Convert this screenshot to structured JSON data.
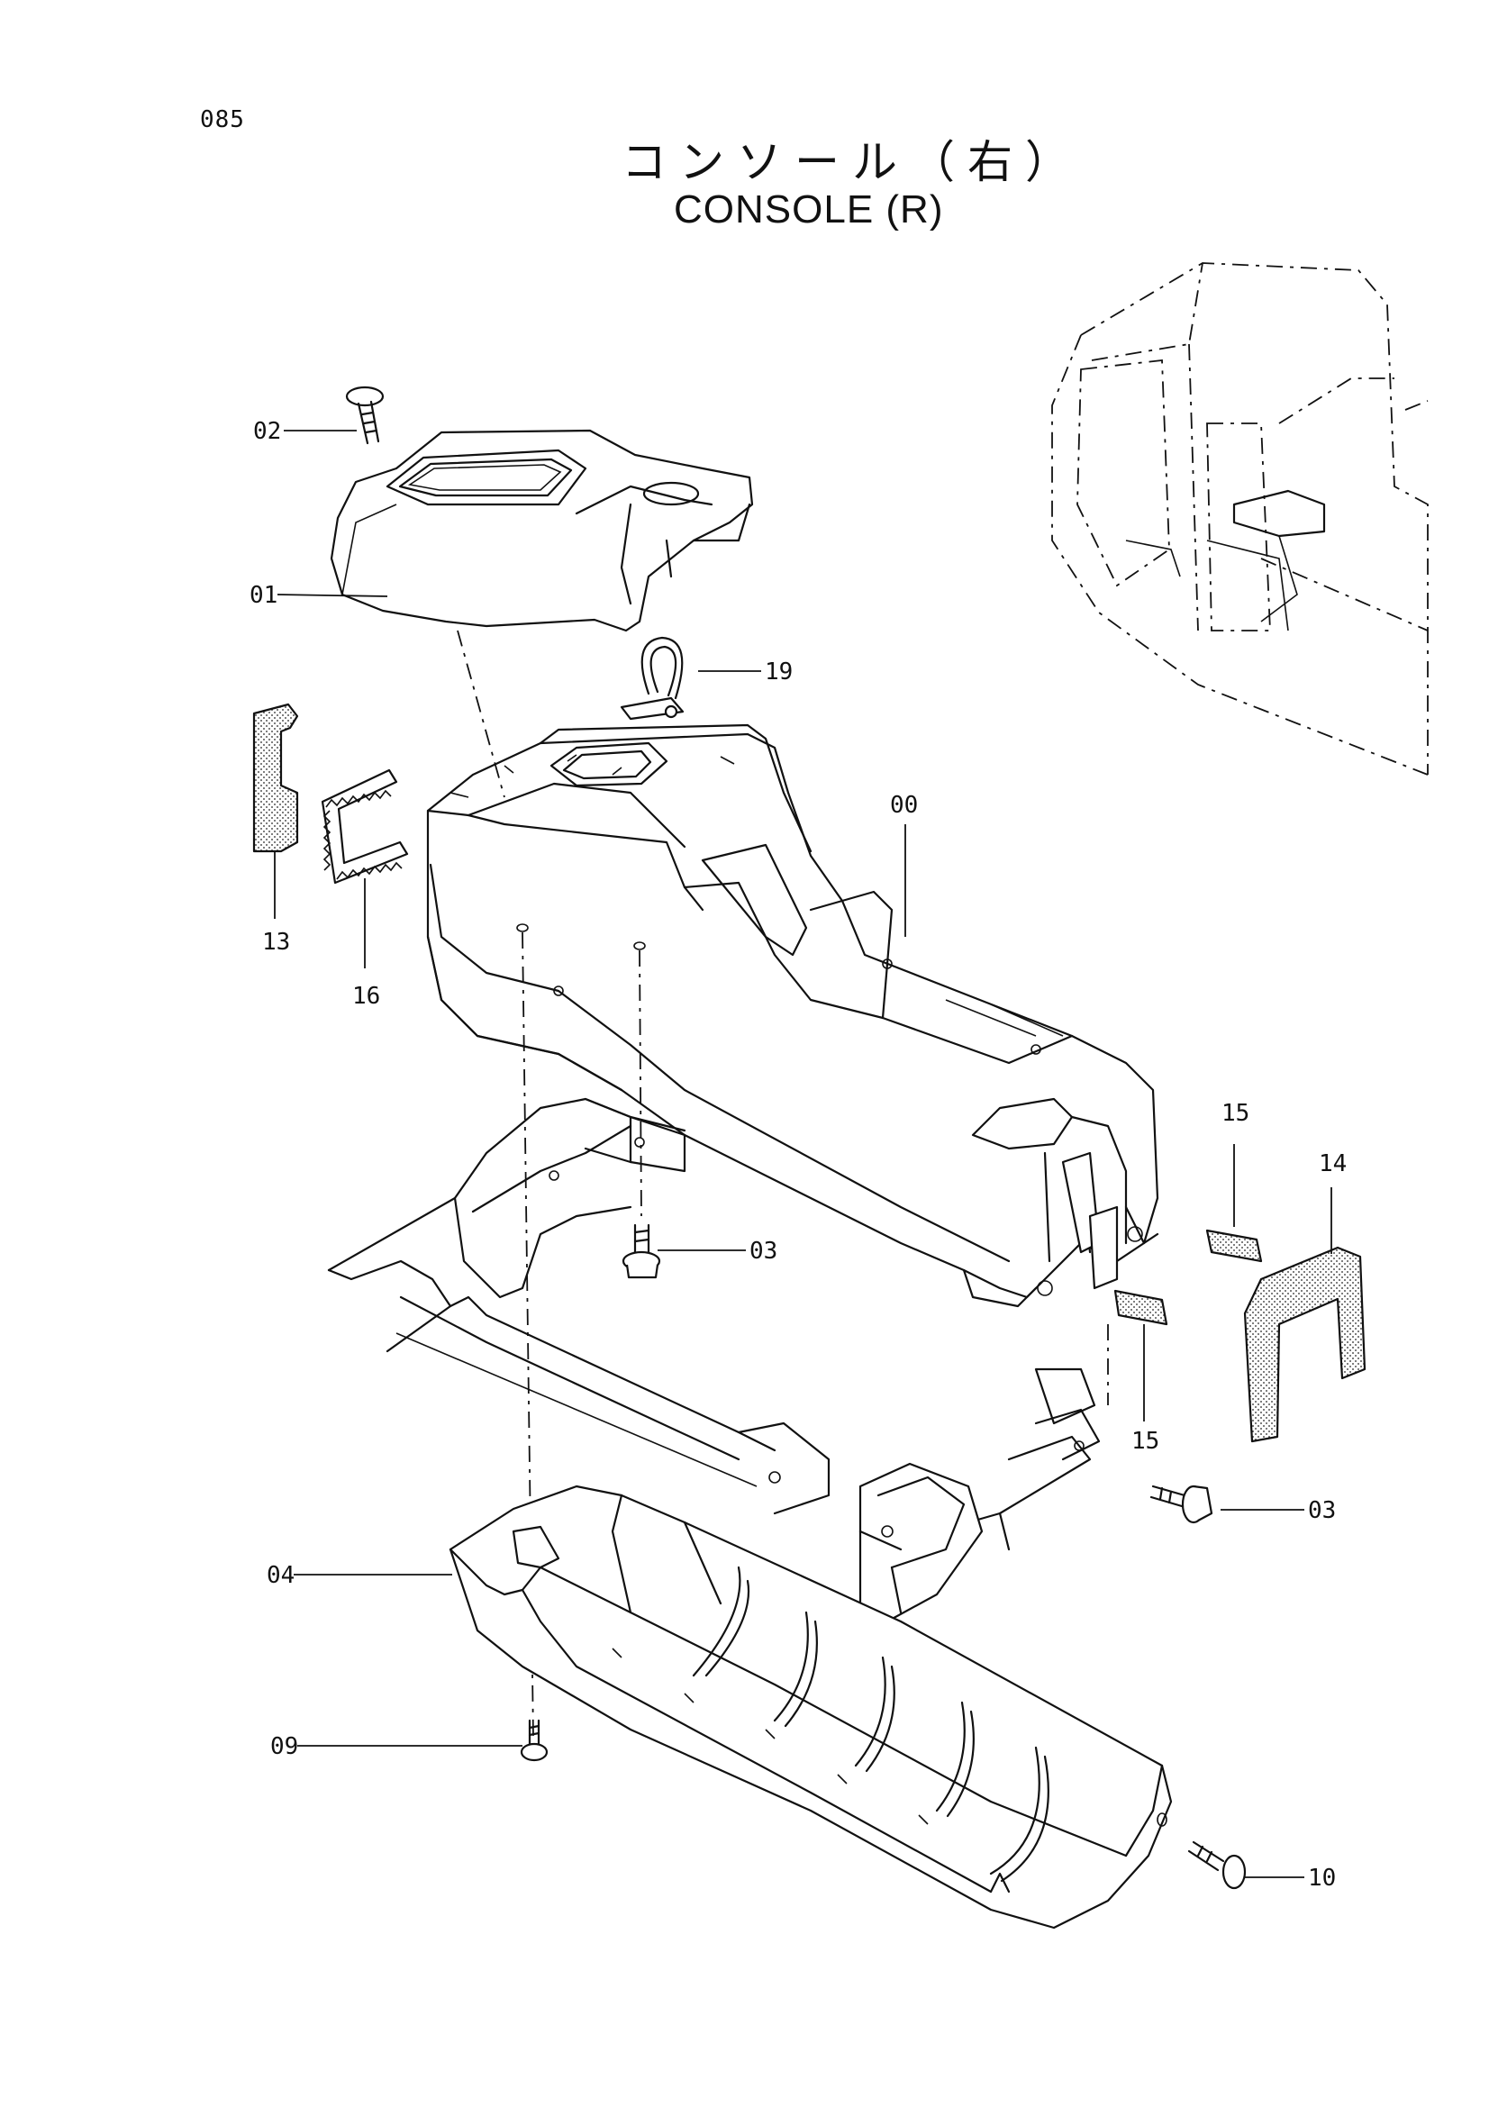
{
  "page_number": "085",
  "title_jp": "コンソール（右）",
  "title_en": "CONSOLE (R)",
  "labels": {
    "p00": "00",
    "p01": "01",
    "p02": "02",
    "p03a": "03",
    "p03b": "03",
    "p04": "04",
    "p09": "09",
    "p10": "10",
    "p13": "13",
    "p14": "14",
    "p15a": "15",
    "p15b": "15",
    "p16": "16",
    "p19": "19"
  }
}
